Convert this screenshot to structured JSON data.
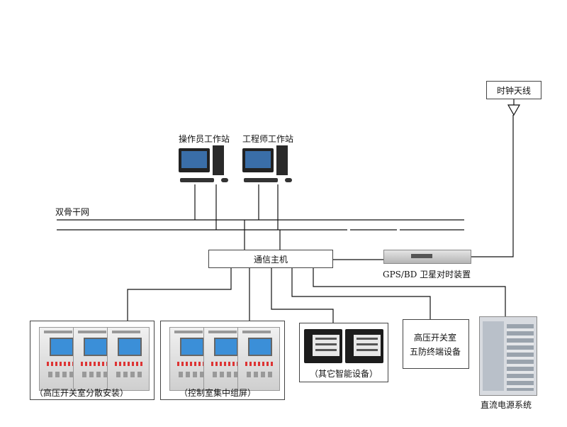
{
  "labels": {
    "operator_workstation": "操作员工作站",
    "engineer_workstation": "工程师工作站",
    "dual_network": "双骨干网",
    "comm_host": "通信主机",
    "gps": "GPS/BD 卫星对时装置",
    "clock_antenna": "时钟天线",
    "hv_switch_distributed": "（高压开关室分散安装）",
    "control_room": "（控制室集中组屏）",
    "other_devices": "（其它智能设备）",
    "five_prevention_line1": "高压开关室",
    "five_prevention_line2": "五防终端设备",
    "dc_power": "直流电源系统"
  },
  "colors": {
    "line": "#111111",
    "screen": "#3b8fd8"
  }
}
